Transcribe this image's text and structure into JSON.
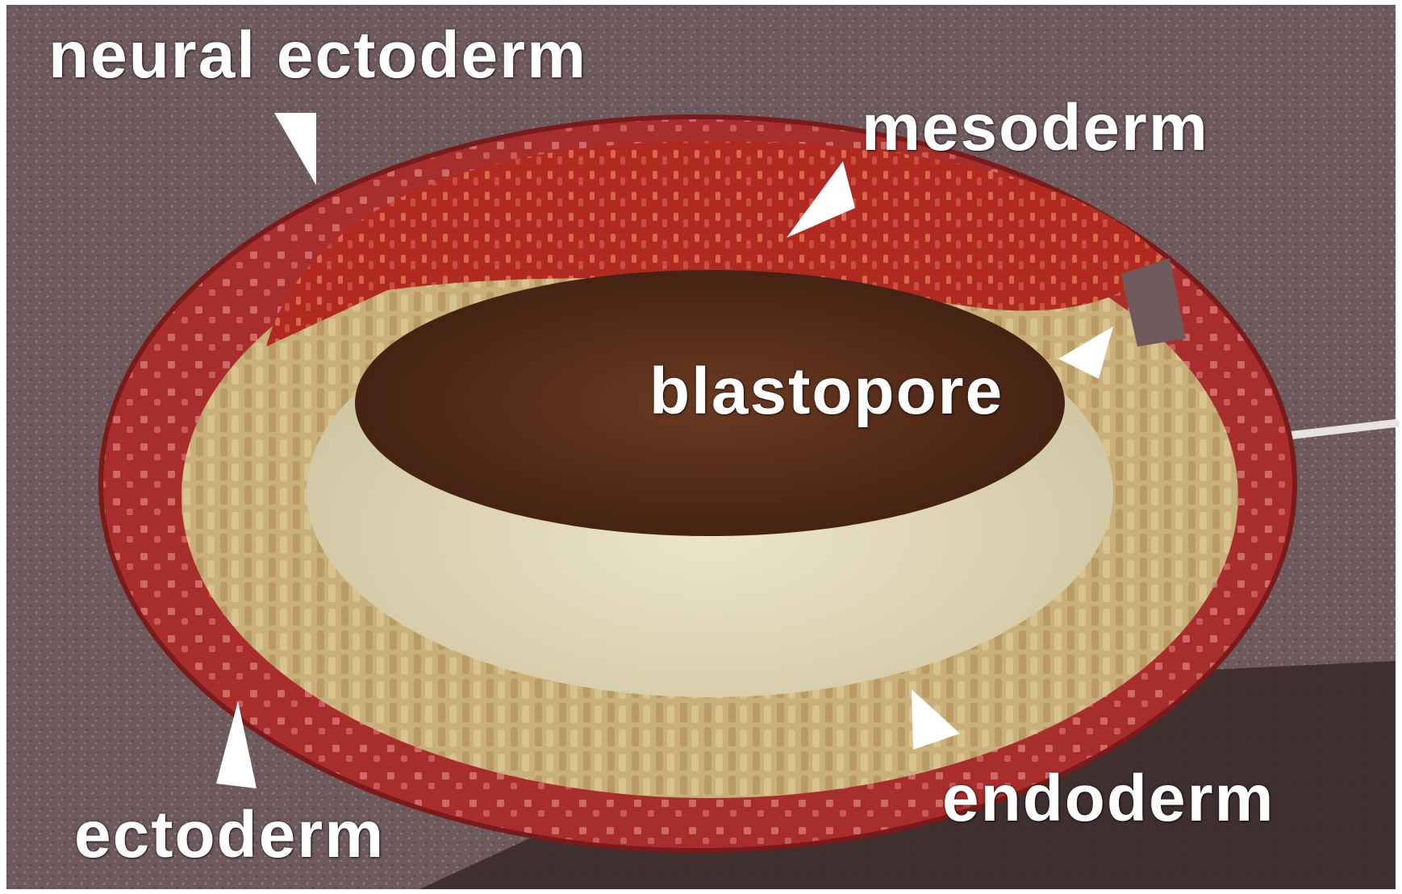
{
  "labels": {
    "neural_ectoderm": "neural ectoderm",
    "mesoderm": "mesoderm",
    "blastopore": "blastopore",
    "ectoderm": "ectoderm",
    "endoderm": "endoderm"
  },
  "colors": {
    "background": "#6e5a5c",
    "ectoderm_layer": "#a82e2e",
    "mesoderm_layer": "#b02a22",
    "endoderm_layer": "#c9b07a",
    "cavity_pale": "#e0d8b8",
    "cavity_dark": "#5a2e1a",
    "arrow": "#ffffff",
    "label_text": "#ffffff"
  }
}
